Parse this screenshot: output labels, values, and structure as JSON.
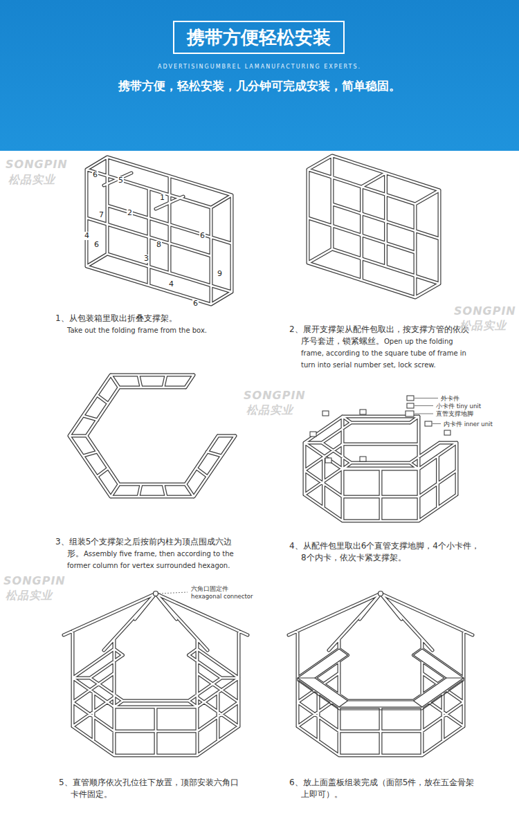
{
  "diagram": {
    "nodes": [
      {
        "text": [
          "ADVERTISINGUMBREL LAMANUFACTURING EXPERTS.",
          "携带方便，轻松安装，几分钟可完成安装，简单稳固。"
        ]
      },
      {
        "text": [
          "携带方便轻松安装"
        ],
        "in": 0
      }
    ],
    "labels": [
      "6",
      "5",
      "1",
      "7",
      "2",
      "4",
      "6",
      "8",
      "6",
      "3",
      "4",
      "9",
      "6",
      "1、从包装箱里取出折叠支撑架。",
      "Take out the folding frame from the box.",
      "2、展开支撑架从配件包取出，按支撑方管的依次序号套进，锁紧螺丝。",
      "Open up the folding frame, according to the square tube of frame in turn into serial number set, lock screw.",
      "外卡件",
      "小卡件 tiny unit",
      "直管支撑地脚",
      "内卡件 inner unit",
      "3、组装5个支撑架之后按前内柱为顶点围成六边形。",
      "Assembly five frame, then according to the former column for vertex surrounded hexagon.",
      "4、从配件包里取出6个直管支撑地脚，4个小卡件，8个内卡，依次卡紧支撑架。",
      "六角口固定件",
      "hexagonal connector",
      "5、直管顺序依次孔位往下放置，顶部安装六角口卡件固定。",
      "6、放上面盖板组装完成（面部5件，放在五金骨架上即可）。",
      "SONGPIN",
      "松品实业",
      "SONGPIN",
      "松品实业",
      "SONGPIN",
      "松品实业",
      "SONGPIN",
      "松品实业"
    ]
  }
}
